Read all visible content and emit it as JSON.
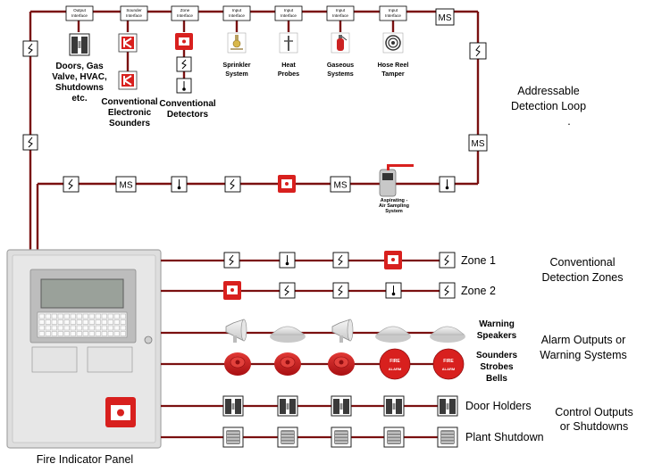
{
  "loop_label": [
    "Addressable",
    "Detection Loop"
  ],
  "loop_dot": ".",
  "interfaces": [
    {
      "tag": [
        "Output",
        "Interface"
      ],
      "device": [
        "Doors, Gas",
        "Valve, HVAC,",
        "Shutdowns",
        "etc."
      ]
    },
    {
      "tag": [
        "Sounder",
        "Interface"
      ],
      "device": [
        "Conventional",
        "Electronic",
        "Sounders"
      ]
    },
    {
      "tag": [
        "Zone",
        "Interface"
      ],
      "device": [
        "Conventional",
        "Detectors"
      ]
    },
    {
      "tag": [
        "Input",
        "Interface"
      ],
      "device": [
        "Sprinkler",
        "System"
      ]
    },
    {
      "tag": [
        "Input",
        "Interface"
      ],
      "device": [
        "Heat",
        "Probes"
      ]
    },
    {
      "tag": [
        "Input",
        "Interface"
      ],
      "device": [
        "Gaseous",
        "Systems"
      ]
    },
    {
      "tag": [
        "Input",
        "Interface"
      ],
      "device": [
        "Hose Reel",
        "Tamper"
      ]
    }
  ],
  "ms_label": "MS",
  "aspirating_label": [
    "Aspirating -",
    "Air Sampling",
    "System"
  ],
  "zones": [
    "Zone 1",
    "Zone 2"
  ],
  "conventional_label": [
    "Conventional",
    "Detection Zones"
  ],
  "warning_speakers": [
    "Warning",
    "Speakers"
  ],
  "sounders": [
    "Sounders",
    "Strobes",
    "Bells"
  ],
  "alarm_label": [
    "Alarm Outputs or",
    "Warning Systems"
  ],
  "door_holders": "Door Holders",
  "plant_shutdown": "Plant Shutdown",
  "control_label": [
    "Control Outputs",
    "or Shutdowns"
  ],
  "panel_label": "Fire Indicator Panel",
  "fire_text": "FIRE",
  "alarm_text": "ALARM",
  "icons": [
    "smoke-detector-icon",
    "heat-detector-icon",
    "manual-call-point-icon",
    "monitor-module-icon",
    "horn-speaker-icon",
    "sounder-base-icon",
    "bell-icon",
    "door-holder-icon",
    "plant-shutdown-icon"
  ],
  "colors": {
    "loop_wire": "#7a1010",
    "panel": "#dcdcdc",
    "alarm_red": "#d8201e",
    "sounder_red": "#c4161c"
  }
}
